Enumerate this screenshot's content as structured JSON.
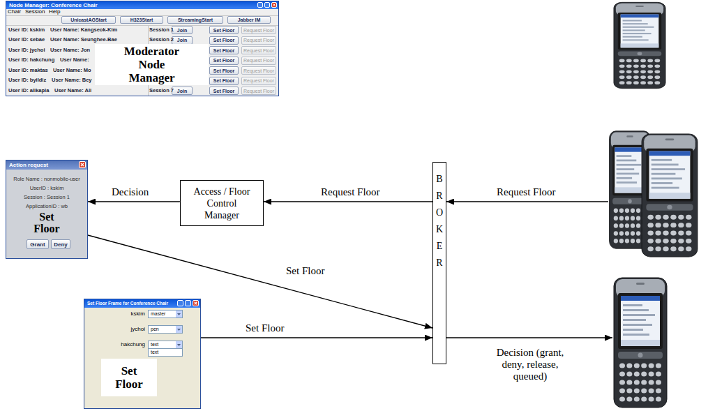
{
  "diagram": {
    "nodes": [
      {
        "text": [
          "Node Manager: Conference Chair"
        ]
      },
      {
        "text": [
          "UnicastAGStart"
        ],
        "in": 0
      },
      {
        "text": [
          "H323Start"
        ],
        "in": 0
      },
      {
        "text": [
          "StreamingStart"
        ],
        "in": 0
      },
      {
        "text": [
          "Jabber IM"
        ],
        "in": 0
      },
      {
        "text": [
          "Join"
        ],
        "in": 0
      },
      {
        "text": [
          "Set Floor"
        ],
        "in": 0
      },
      {
        "text": [
          "Request Floor"
        ],
        "in": 0
      },
      {
        "text": [
          "Join"
        ],
        "in": 0
      },
      {
        "text": [
          "Set Floor"
        ],
        "in": 0
      },
      {
        "text": [
          "Request Floor"
        ],
        "in": 0
      },
      {
        "text": [
          "Set Floor"
        ],
        "in": 0
      },
      {
        "text": [
          "Request Floor"
        ],
        "in": 0
      },
      {
        "text": [
          "Set Floor"
        ],
        "in": 0
      },
      {
        "text": [
          "Request Floor"
        ],
        "in": 0
      },
      {
        "text": [
          "Set Floor"
        ],
        "in": 0
      },
      {
        "text": [
          "Request Floor"
        ],
        "in": 0
      },
      {
        "text": [
          "Set Floor"
        ],
        "in": 0
      },
      {
        "text": [
          "Request Floor"
        ],
        "in": 0
      },
      {
        "text": [
          "Join"
        ],
        "in": 0
      },
      {
        "text": [
          "Set Floor"
        ],
        "in": 0
      },
      {
        "text": [
          "Request Floor"
        ],
        "in": 0
      },
      {
        "text": [
          "Moderator Node Manager"
        ],
        "in": 0
      },
      {
        "text": [
          "Action request"
        ]
      },
      {
        "text": [
          "Grant"
        ],
        "in": 23
      },
      {
        "text": [
          "Deny"
        ],
        "in": 23
      },
      {
        "text": [
          "Access / Floor Control Manager"
        ]
      },
      {
        "text": [
          "Set Floor Frame for Conference Chair"
        ]
      },
      {
        "text": [
          "master"
        ],
        "in": 27
      },
      {
        "text": [
          "pen"
        ],
        "in": 27
      },
      {
        "text": [
          "text"
        ],
        "in": 27
      },
      {
        "text": [
          "text"
        ],
        "in": 27
      },
      {
        "text": [
          "Set Floor"
        ],
        "in": 27
      },
      {
        "text": [
          "B R O K E R"
        ]
      },
      {
        "text": []
      },
      {
        "text": []
      },
      {
        "text": []
      },
      {
        "text": []
      }
    ],
    "edges": [
      {
        "from": 35,
        "to": 33,
        "label": "Request Floor",
        "arrow": "to"
      },
      {
        "from": 33,
        "to": 26,
        "label": "Request Floor",
        "arrow": "to"
      },
      {
        "from": 26,
        "to": 23,
        "label": "Decision",
        "arrow": "to"
      },
      {
        "from": 23,
        "to": 33,
        "label": "Set Floor",
        "arrow": "to"
      },
      {
        "from": 27,
        "to": 33,
        "label": "Set Floor",
        "arrow": "to"
      },
      {
        "from": 33,
        "to": 37,
        "label": "Decision (grant, deny, release, queued)",
        "arrow": "to"
      }
    ],
    "labels": [
      "Chair",
      "Session",
      "Help",
      "User ID: kskim",
      "User Name: Kangseok-Kim",
      "Session 1",
      "User ID: sebae",
      "User Name: Seunghee-Bae",
      "Session 2",
      "User ID: jychoi",
      "User Name: Jon",
      "User ID: hakchung",
      "User Name:",
      "User ID: maktas",
      "User Name: Mo",
      "User ID: byildiz",
      "User Name: Bey",
      "User ID: alikapla",
      "User Name: Ali",
      "Session 7",
      "Role Name : nonmobile-user",
      "UserID : kskim",
      "Session : Session 1",
      "ApplicationID : wb",
      "Set Floor",
      "kskim",
      "jychoi",
      "hakchung"
    ]
  }
}
